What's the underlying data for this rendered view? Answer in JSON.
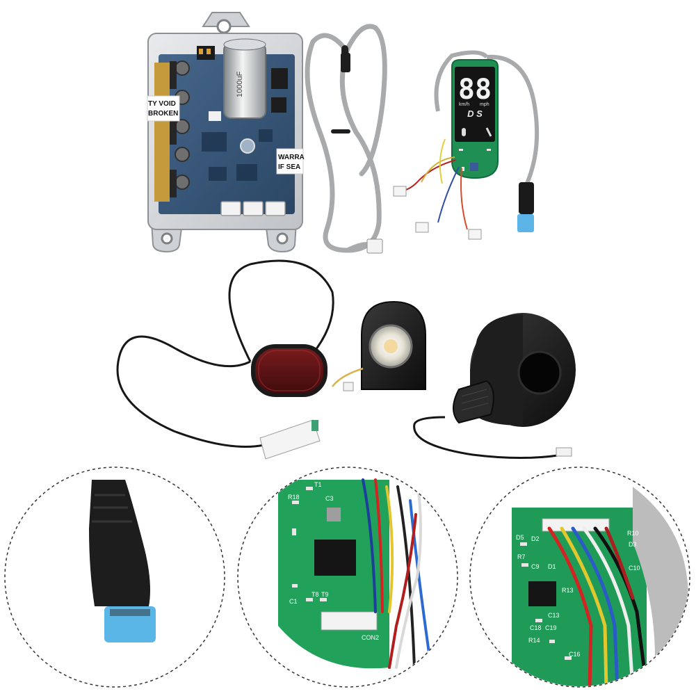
{
  "controller": {
    "sticker_left": [
      "TY VOID",
      "BROKEN"
    ],
    "sticker_right": [
      "WARRA",
      "IF SEA"
    ],
    "capacitor_label": "1000uF"
  },
  "dashboard": {
    "display_digits": "88",
    "unit_left": "km/h",
    "unit_right": "mph",
    "mode_letters": "D S"
  },
  "zoom_pcb_1": {
    "labels": [
      "R18",
      "C3",
      "T1",
      "T8",
      "T9",
      "C1",
      "CON2"
    ]
  },
  "zoom_pcb_2": {
    "labels": [
      "D5",
      "D2",
      "R7",
      "C9",
      "D1",
      "R13",
      "C13",
      "C18",
      "C19",
      "R14",
      "C16",
      "D3",
      "C10",
      "R10"
    ]
  }
}
